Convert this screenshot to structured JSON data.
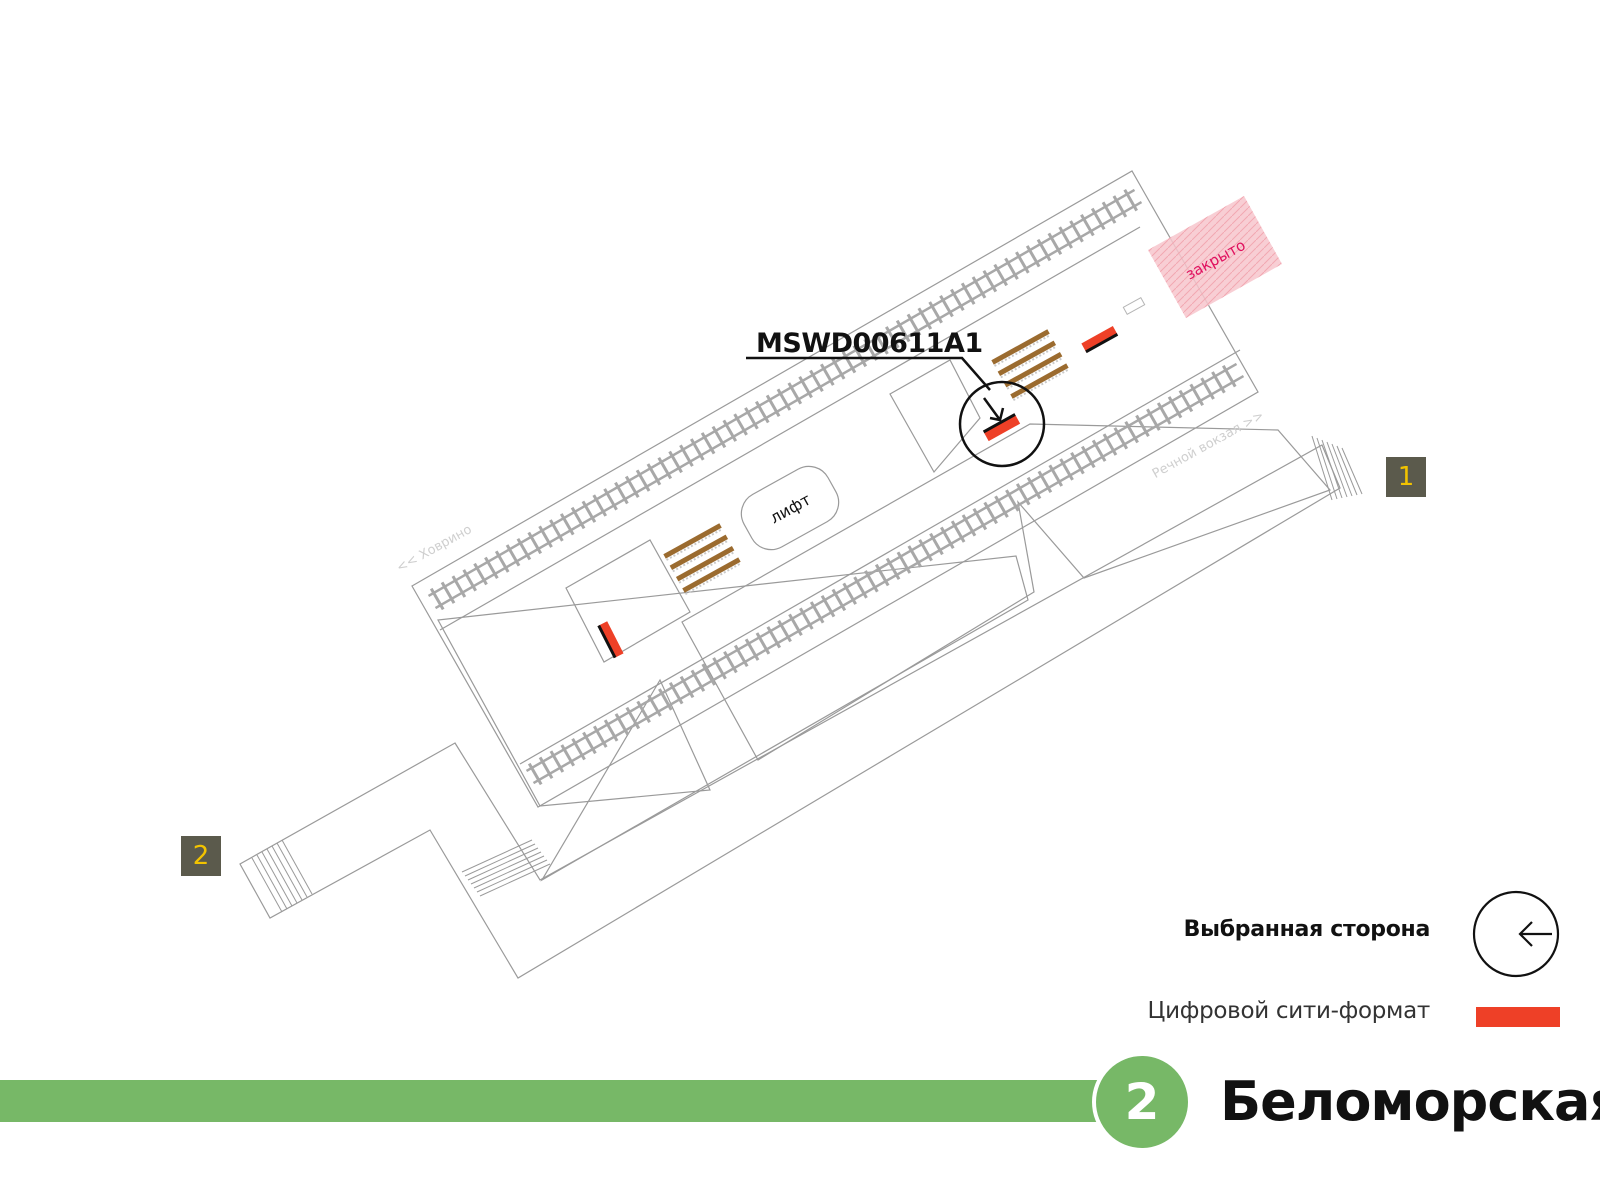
{
  "map": {
    "callout_id": "MSWD00611A1",
    "elevator_label": "лифт",
    "closed_label": "закрыто",
    "direction_left": "<< Ховрино",
    "direction_right": "Речной вокзал >>"
  },
  "exits": [
    {
      "number": "1"
    },
    {
      "number": "2"
    }
  ],
  "legend": {
    "selected_side": "Выбранная сторона",
    "digital_city_format": "Цифровой сити-формат"
  },
  "line": {
    "number": "2",
    "station_name": "Беломорская"
  },
  "colors": {
    "line_green": "#77b867",
    "ad_red": "#ee4027",
    "stairs_brown": "#9b6b2f",
    "closed_pink": "#f7c6cc",
    "closed_text": "#e0115f",
    "badge_bg": "#5b5a4c",
    "badge_text": "#f2c300"
  }
}
